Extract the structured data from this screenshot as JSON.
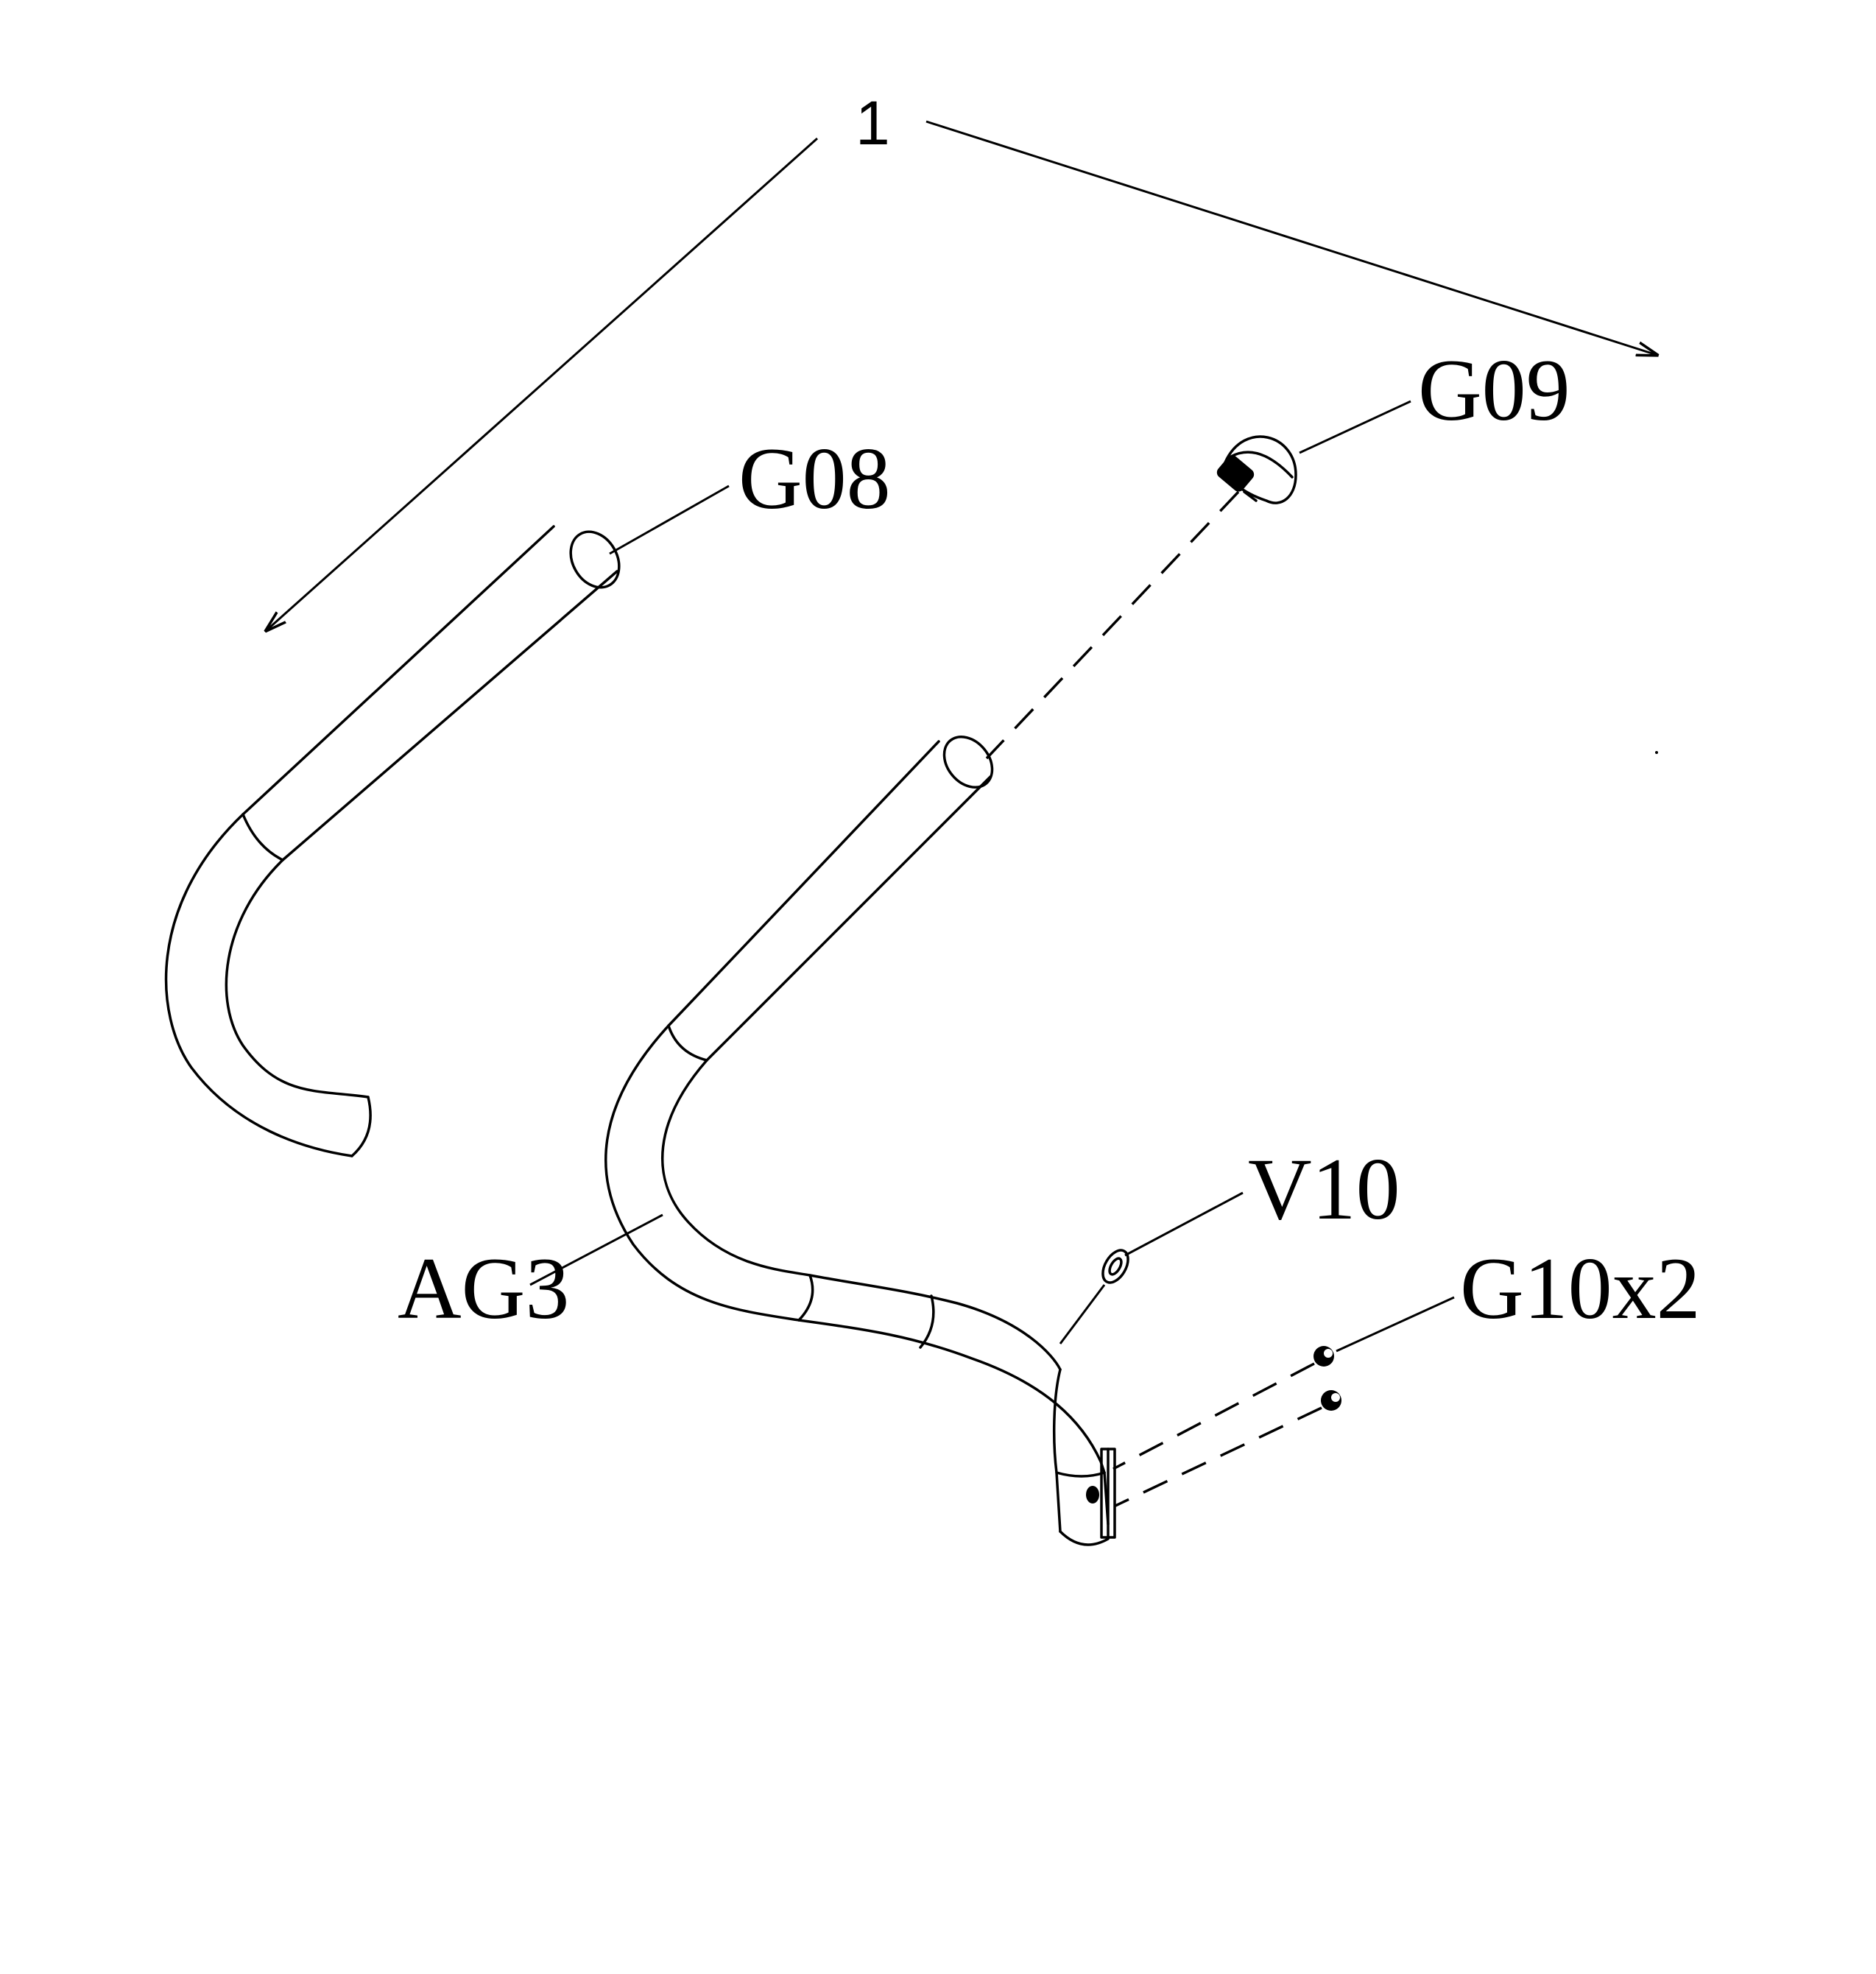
{
  "assembly_number": "1",
  "parts": {
    "g08": "G08",
    "g09": "G09",
    "ag3": "AG3",
    "v10": "V10",
    "g10": "G10x2"
  }
}
